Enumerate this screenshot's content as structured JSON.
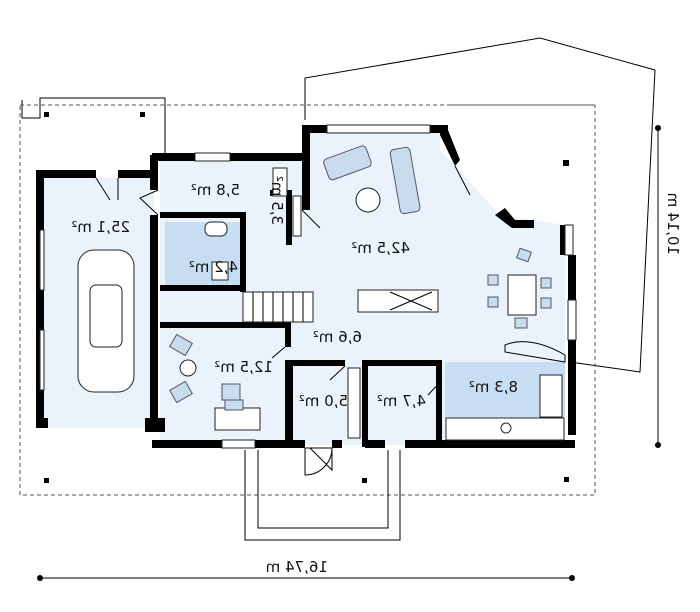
{
  "rooms": {
    "garage": "25,1 m²",
    "kitchen_small": "5,8 m²",
    "bath": "4,2 m²",
    "stair_small": "3,5 m²",
    "living": "42,5 m²",
    "hall": "6,6 m²",
    "office": "12,5 m²",
    "storage_a": "5,0 m²",
    "storage_b": "4,7 m²",
    "kitchen": "8,3 m²"
  },
  "dimensions": {
    "width": "16,74 m",
    "depth": "10,14 m"
  },
  "colors": {
    "floor": "#eaf3fb",
    "highlight_room": "#c7ddf2",
    "wall": "#000000"
  }
}
